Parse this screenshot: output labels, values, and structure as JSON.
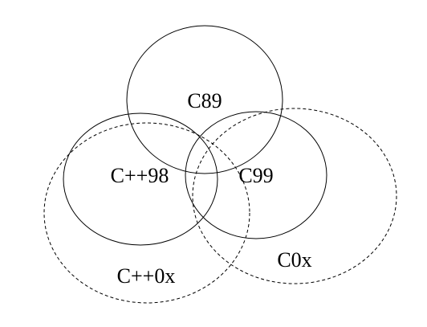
{
  "sets": [
    {
      "id": "c89",
      "label": "C89",
      "line_style": "solid"
    },
    {
      "id": "cpp98",
      "label": "C++98",
      "line_style": "solid"
    },
    {
      "id": "c99",
      "label": "C99",
      "line_style": "solid"
    },
    {
      "id": "cpp0x",
      "label": "C++0x",
      "line_style": "dashed"
    },
    {
      "id": "c0x",
      "label": "C0x",
      "line_style": "dashed"
    }
  ],
  "colors": {
    "stroke": "#000000",
    "background": "#ffffff"
  }
}
